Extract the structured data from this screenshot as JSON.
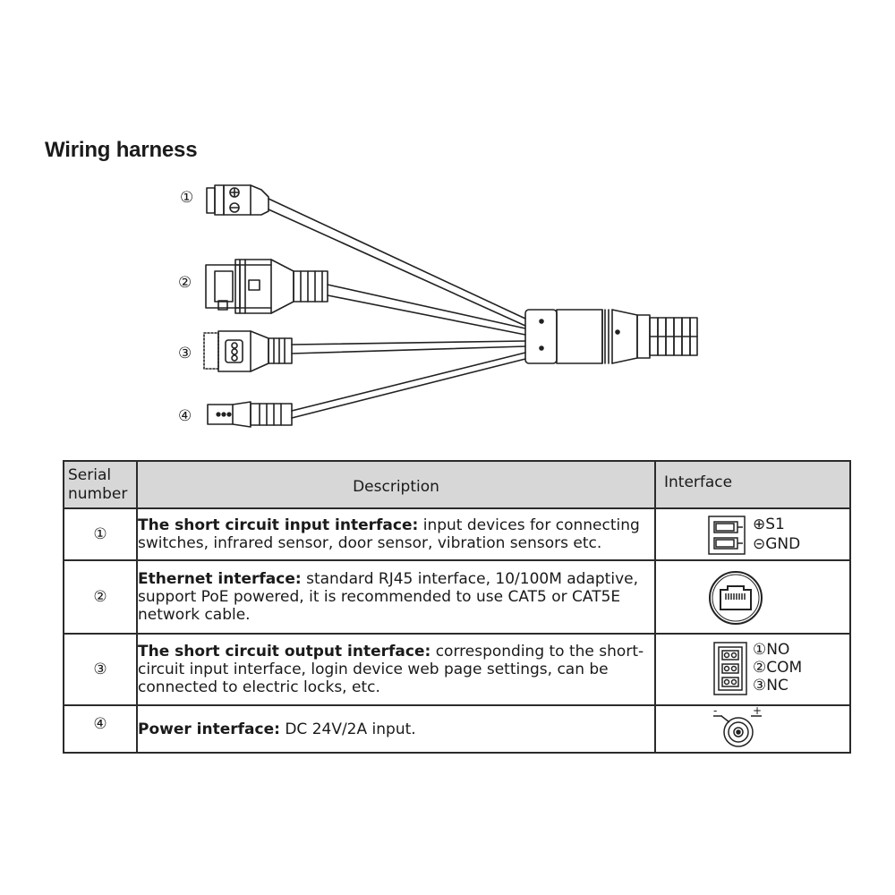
{
  "title": "Wiring harness",
  "harness": {
    "connectors": [
      {
        "marker": "①",
        "name": "short-circuit-input-connector"
      },
      {
        "marker": "②",
        "name": "ethernet-connector"
      },
      {
        "marker": "③",
        "name": "short-circuit-output-connector"
      },
      {
        "marker": "④",
        "name": "power-connector"
      }
    ],
    "output_pin_labels": [
      "NO",
      "COM",
      "NC"
    ]
  },
  "table": {
    "headers": {
      "serial": "Serial number",
      "description": "Description",
      "interface": "Interface"
    },
    "rows": [
      {
        "serial": "①",
        "title": "The short circuit input interface:",
        "text": " input devices for connecting switches, infrared sensor, door sensor, vibration sensors etc.",
        "interface_labels": [
          "⊕S1",
          "⊝GND"
        ]
      },
      {
        "serial": "②",
        "title": "Ethernet interface:",
        "text": " standard RJ45 interface, 10/100M adaptive, support PoE powered, it is recommended to use CAT5 or CAT5E network cable.",
        "interface_labels": []
      },
      {
        "serial": "③",
        "title": "The short circuit output interface:",
        "text": " corresponding to the short-circuit input interface, login device web page settings, can be connected to electric locks, etc.",
        "interface_labels": [
          "①NO",
          "②COM",
          "③NC"
        ]
      },
      {
        "serial": "④",
        "title": "Power interface:",
        "text": " DC 24V/2A input.",
        "interface_labels": [
          "-",
          "+"
        ]
      }
    ]
  }
}
